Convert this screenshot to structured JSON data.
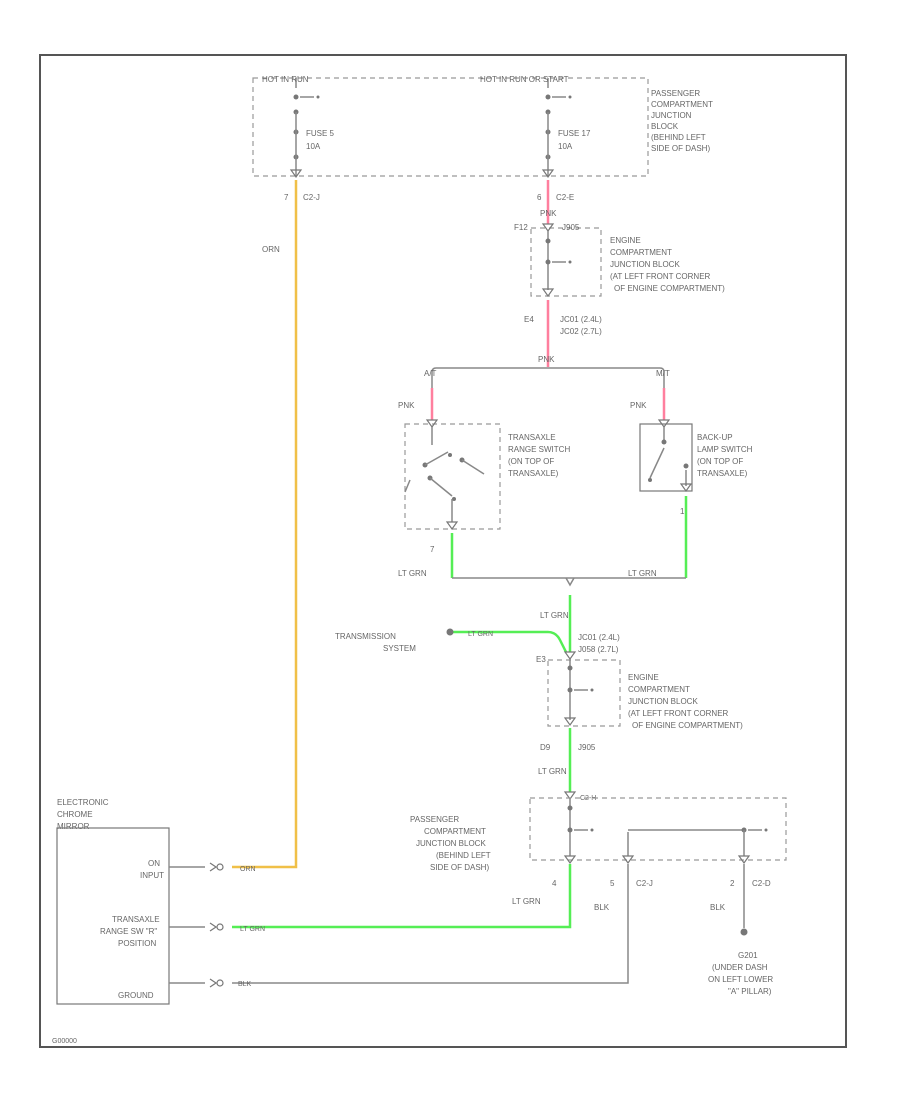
{
  "colors": {
    "orn": "#f0c048",
    "pnk": "#ff7f9e",
    "lt_grn": "#55ee55",
    "blk": "#888888",
    "frame": "#555555"
  },
  "pcjb_top": {
    "bus_left": "HOT IN RUN",
    "bus_right": "HOT IN RUN OR START",
    "fuse_left": [
      "FUSE 5",
      "10A"
    ],
    "fuse_right": [
      "FUSE 17",
      "10A"
    ],
    "label": [
      "PASSENGER",
      "COMPARTMENT",
      "JUNCTION",
      "BLOCK",
      "(BEHIND LEFT",
      "SIDE OF DASH)"
    ],
    "pin_left": "7",
    "conn_left": "C2-J",
    "pin_right": "6",
    "conn_right": "C2-E"
  },
  "wire_labels": {
    "orn": "ORN",
    "pnk": "PNK",
    "lt_grn": "LT GRN",
    "blk": "BLK"
  },
  "ecjb_top": {
    "pin_a": "F12",
    "splice": "J905",
    "label": [
      "ENGINE",
      "COMPARTMENT",
      "JUNCTION BLOCK",
      "(AT LEFT FRONT CORNER",
      "OF ENGINE COMPARTMENT)"
    ],
    "pin_b": "E4",
    "conn": [
      "JC01  (2.4L)",
      "JC02  (2.7L)"
    ]
  },
  "switches": {
    "pin_at": "A/T",
    "pin_mt": "M/T",
    "trans_label": [
      "TRANSAXLE",
      "RANGE SWITCH",
      "(ON TOP OF",
      "TRANSAXLE)"
    ],
    "trans_pin": "7",
    "backup_label": [
      "BACK-UP",
      "LAMP SWITCH",
      "(ON TOP OF",
      "TRANSAXLE)"
    ],
    "backup_pin": "1"
  },
  "transmission": [
    "TRANSMISSION",
    "SYSTEM"
  ],
  "ecjb_bottom": {
    "conn": [
      "JC01  (2.4L)",
      "J058  (2.7L)"
    ],
    "pin_a": "E3",
    "label": [
      "ENGINE",
      "COMPARTMENT",
      "JUNCTION BLOCK",
      "(AT LEFT FRONT CORNER",
      "OF ENGINE COMPARTMENT)"
    ],
    "pin_b": "D9",
    "splice": "J905"
  },
  "pcjb_bottom": {
    "pin_top": "C2-H",
    "label": [
      "PASSENGER",
      "COMPARTMENT",
      "JUNCTION BLOCK",
      "(BEHIND LEFT",
      "SIDE OF DASH)"
    ],
    "pin_a": "4",
    "pin_b": "5",
    "conn_b": "C2-J",
    "pin_c": "2",
    "conn_c": "C2-D"
  },
  "ground": {
    "id": "G201",
    "label": [
      "(UNDER DASH",
      "ON LEFT LOWER",
      "\"A\" PILLAR)"
    ]
  },
  "mirror": {
    "title": [
      "ELECTRONIC",
      "CHROME",
      "MIRROR"
    ],
    "on_input": [
      "ON",
      "INPUT"
    ],
    "range_input": [
      "TRANSAXLE",
      "RANGE SW \"R\"",
      "POSITION"
    ],
    "ground": "GROUND"
  },
  "footer_code": "G00000"
}
